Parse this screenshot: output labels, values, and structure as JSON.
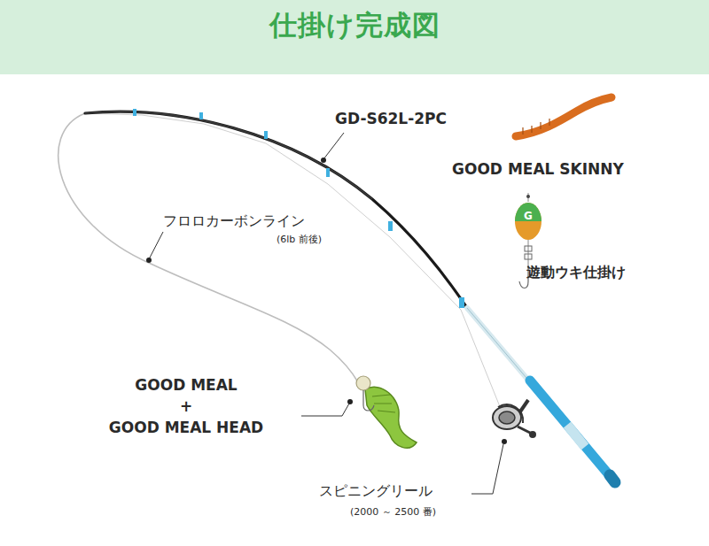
{
  "diagram": {
    "title": "仕掛け完成図",
    "labels": [
      "GD-S62L-2PC",
      "GOOD MEAL SKINNY",
      "G",
      "遊動ウキ仕掛け",
      "フロロカーボンライン",
      "(6lb 前後)",
      "GOOD MEAL",
      "+",
      "GOOD MEAL HEAD",
      "スピニングリール",
      "(2000 ～ 2500 番)"
    ]
  }
}
